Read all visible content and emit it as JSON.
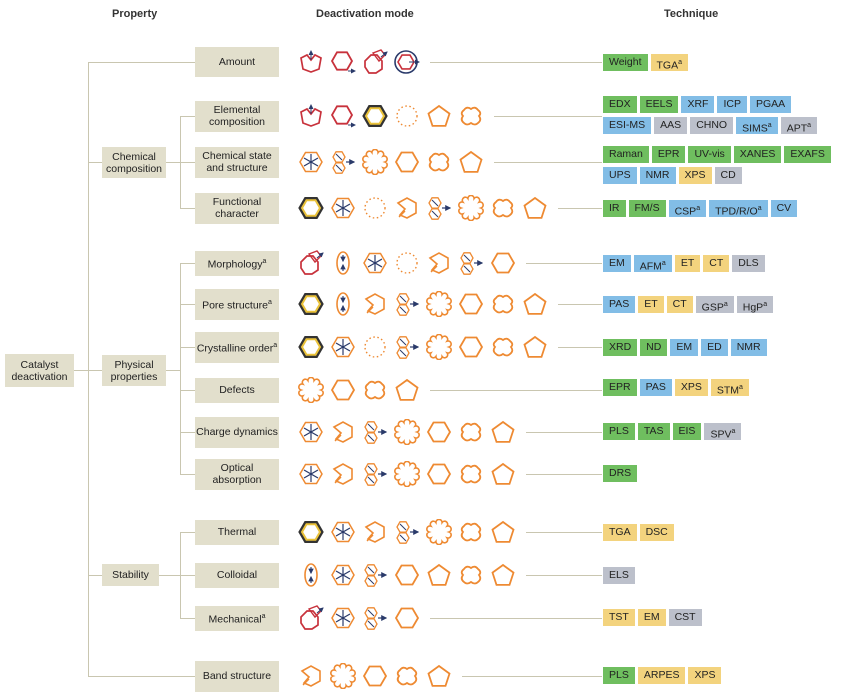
{
  "headers": {
    "property": "Property",
    "mode": "Deactivation mode",
    "technique": "Technique"
  },
  "root": "Catalyst deactivation",
  "groups": {
    "chemical": "Chemical composition",
    "physical": "Physical properties",
    "stability": "Stability"
  },
  "props": {
    "amount": "Amount",
    "elemental": "Elemental composition",
    "chemstate": "Chemical state and structure",
    "functional": "Functional character",
    "morphology": "Morphology",
    "pore": "Pore structure",
    "crystalline": "Crystalline order",
    "defects": "Defects",
    "charge": "Charge dynamics",
    "optical": "Optical absorption",
    "thermal": "Thermal",
    "colloidal": "Colloidal",
    "mechanical": "Mechanical",
    "band": "Band structure"
  },
  "sup": "a",
  "techniques": {
    "amount": [
      [
        "Weight",
        "g"
      ],
      [
        "TGA",
        "y",
        "a"
      ]
    ],
    "elemental": [
      [
        "EDX",
        "g"
      ],
      [
        "EELS",
        "g"
      ],
      [
        "XRF",
        "b"
      ],
      [
        "ICP",
        "b"
      ],
      [
        "PGAA",
        "b"
      ],
      [
        "ESI-MS",
        "b"
      ],
      [
        "AAS",
        "s"
      ],
      [
        "CHNO",
        "s"
      ],
      [
        "SIMS",
        "b",
        "a"
      ],
      [
        "APT",
        "s",
        "a"
      ]
    ],
    "chemstate": [
      [
        "Raman",
        "g"
      ],
      [
        "EPR",
        "g"
      ],
      [
        "UV-vis",
        "g"
      ],
      [
        "XANES",
        "g"
      ],
      [
        "EXAFS",
        "g"
      ],
      [
        "UPS",
        "b"
      ],
      [
        "NMR",
        "b"
      ],
      [
        "XPS",
        "y"
      ],
      [
        "CD",
        "s"
      ]
    ],
    "functional": [
      [
        "IR",
        "g"
      ],
      [
        "FM/S",
        "g"
      ],
      [
        "CSP",
        "b",
        "a"
      ],
      [
        "TPD/R/O",
        "b",
        "a"
      ],
      [
        "CV",
        "b"
      ]
    ],
    "morphology": [
      [
        "EM",
        "b"
      ],
      [
        "AFM",
        "b",
        "a"
      ],
      [
        "ET",
        "y"
      ],
      [
        "CT",
        "y"
      ],
      [
        "DLS",
        "s"
      ]
    ],
    "pore": [
      [
        "PAS",
        "b"
      ],
      [
        "ET",
        "y"
      ],
      [
        "CT",
        "y"
      ],
      [
        "GSP",
        "s",
        "a"
      ],
      [
        "HgP",
        "s",
        "a"
      ]
    ],
    "crystalline": [
      [
        "XRD",
        "g"
      ],
      [
        "ND",
        "g"
      ],
      [
        "EM",
        "b"
      ],
      [
        "ED",
        "b"
      ],
      [
        "NMR",
        "b"
      ]
    ],
    "defects": [
      [
        "EPR",
        "g"
      ],
      [
        "PAS",
        "b"
      ],
      [
        "XPS",
        "y"
      ],
      [
        "STM",
        "y",
        "a"
      ]
    ],
    "charge": [
      [
        "PLS",
        "g"
      ],
      [
        "TAS",
        "g"
      ],
      [
        "EIS",
        "g"
      ],
      [
        "SPV",
        "s",
        "a"
      ]
    ],
    "optical": [
      [
        "DRS",
        "g"
      ]
    ],
    "thermal": [
      [
        "TGA",
        "y"
      ],
      [
        "DSC",
        "y"
      ]
    ],
    "colloidal": [
      [
        "ELS",
        "s"
      ]
    ],
    "mechanical": [
      [
        "TST",
        "y"
      ],
      [
        "EM",
        "y"
      ],
      [
        "CST",
        "s"
      ]
    ],
    "band": [
      [
        "PLS",
        "g"
      ],
      [
        "ARPES",
        "y"
      ],
      [
        "XPS",
        "y"
      ]
    ]
  },
  "modes": {
    "amount": [
      "poison",
      "fouling-move",
      "fouling-move2",
      "leach-circle"
    ],
    "elemental": [
      "poison",
      "fouling-move",
      "coke-hex",
      "dots",
      "pentagon",
      "blob"
    ],
    "chemstate": [
      "star",
      "sinter",
      "flower",
      "hexagon",
      "blob",
      "pentagon"
    ],
    "functional": [
      "coke-hex",
      "star",
      "dots",
      "cut",
      "sinter",
      "flower",
      "blob",
      "pentagon"
    ],
    "morphology": [
      "fouling-move2",
      "oval",
      "star",
      "dots",
      "cut",
      "sinter",
      "hexagon"
    ],
    "pore": [
      "coke-hex",
      "oval",
      "cut",
      "sinter",
      "flower",
      "hexagon",
      "blob",
      "pentagon"
    ],
    "crystalline": [
      "coke-hex",
      "star",
      "dots",
      "sinter",
      "flower",
      "hexagon",
      "blob",
      "pentagon"
    ],
    "defects": [
      "flower",
      "hexagon",
      "blob",
      "pentagon"
    ],
    "charge": [
      "star",
      "cut",
      "sinter",
      "flower",
      "hexagon",
      "blob",
      "pentagon"
    ],
    "optical": [
      "star",
      "cut",
      "sinter",
      "flower",
      "hexagon",
      "blob",
      "pentagon"
    ],
    "thermal": [
      "coke-hex",
      "star",
      "cut",
      "sinter",
      "flower",
      "blob",
      "pentagon"
    ],
    "colloidal": [
      "oval",
      "star",
      "sinter",
      "hexagon",
      "pentagon",
      "blob",
      "pentagon"
    ],
    "mechanical": [
      "fouling-move2",
      "star",
      "sinter",
      "hexagon"
    ],
    "band": [
      "cut",
      "flower",
      "hexagon",
      "blob",
      "pentagon"
    ]
  },
  "colors": {
    "box": "#e2dfcc",
    "line": "#c9c6b0",
    "orange": "#ee8a32",
    "red": "#c8323c",
    "navy": "#2a3a6a",
    "yellow": "#eac23a"
  }
}
